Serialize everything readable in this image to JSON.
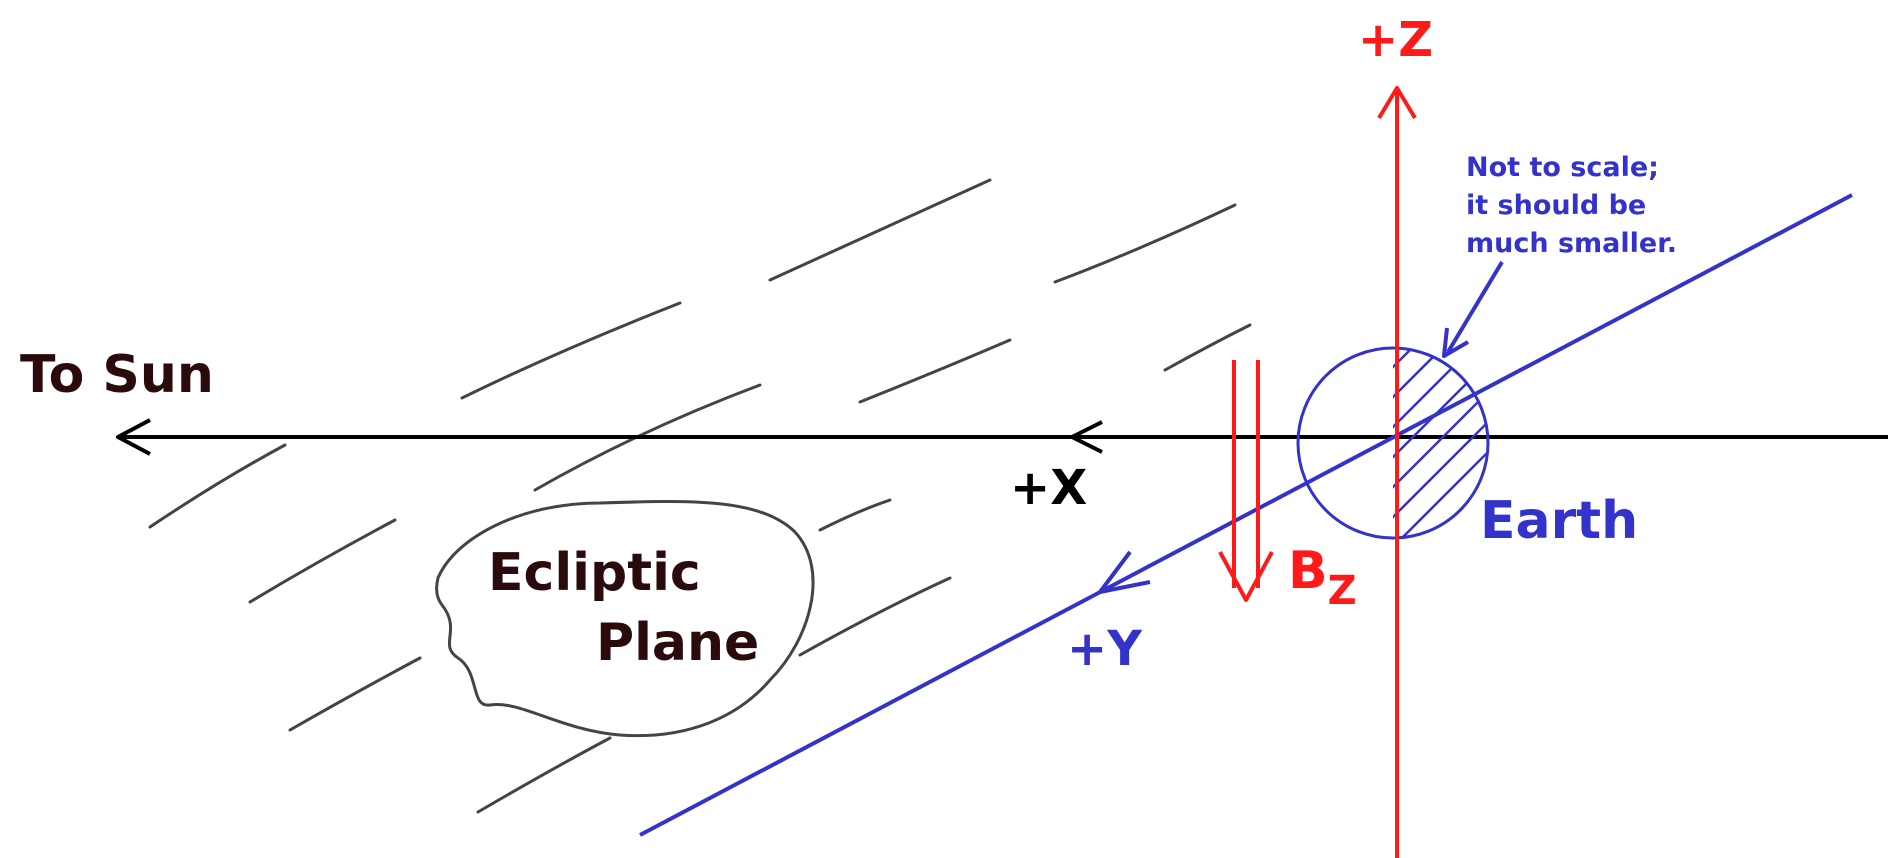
{
  "labels": {
    "to_sun": "To Sun",
    "plus_x": "+X",
    "plus_y": "+Y",
    "plus_z": "+Z",
    "earth": "Earth",
    "ecliptic_line1": "Ecliptic",
    "ecliptic_line2": "Plane",
    "bz_main": "B",
    "bz_sub": "Z",
    "note_line1": "Not to scale;",
    "note_line2": "it should be",
    "note_line3": "much smaller."
  },
  "colors": {
    "x_axis": "#000000",
    "y_axis": "#3333cc",
    "z_axis": "#ff1a1a",
    "bz_arrow": "#ff1a1a",
    "earth": "#3333cc",
    "dark_text": "#2a0a0a",
    "hatch_lines": "#333333"
  }
}
